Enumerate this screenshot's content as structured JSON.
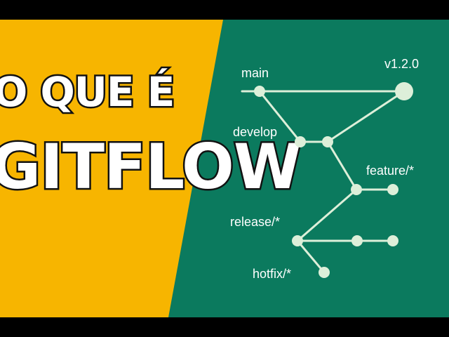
{
  "title": {
    "line1": "O QUE É",
    "line2": "GITFLOW"
  },
  "diagram": {
    "branches": {
      "main": "main",
      "develop": "develop",
      "feature": "feature/*",
      "release": "release/*",
      "hotfix": "hotfix/*"
    },
    "tag": "v1.2.0"
  },
  "colors": {
    "yellow_panel": "#F7B500",
    "green_panel": "#0B7A5E",
    "lines": "#DDEFD9",
    "nodes": "#DDEFD9",
    "text_outline": "#111111",
    "border": "#000000"
  }
}
